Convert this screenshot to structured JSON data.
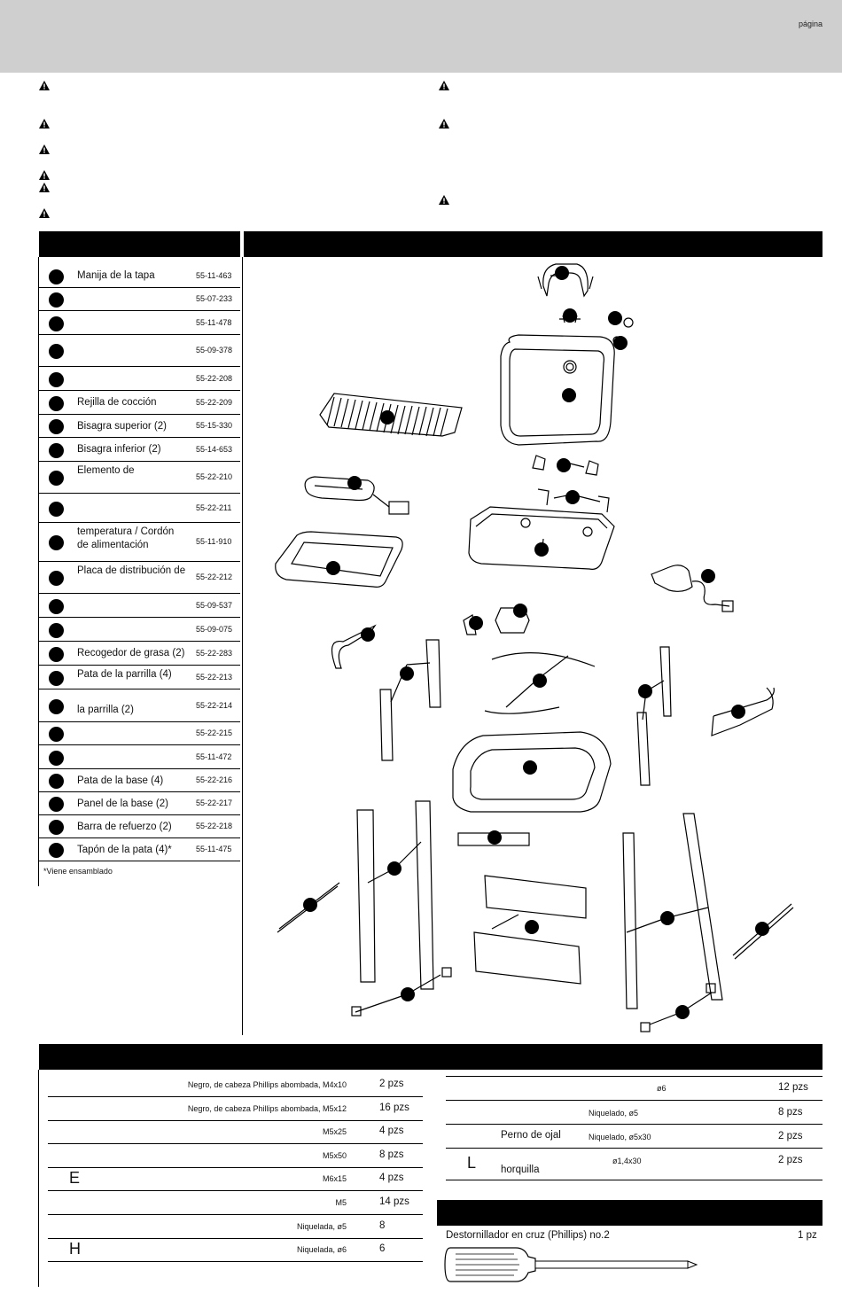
{
  "header": {
    "page_label": "página"
  },
  "parts": [
    {
      "name": "Manija de la tapa",
      "number": "55-11-463"
    },
    {
      "name": "",
      "number": "55-07-233"
    },
    {
      "name": "",
      "number": "55-11-478"
    },
    {
      "name": "",
      "number": "55-09-378"
    },
    {
      "name": "",
      "number": "55-22-208"
    },
    {
      "name": "Rejilla de cocción",
      "number": "55-22-209"
    },
    {
      "name": "Bisagra superior (2)",
      "number": "55-15-330"
    },
    {
      "name": "Bisagra inferior (2)",
      "number": "55-14-653"
    },
    {
      "name": "Elemento de",
      "number": "55-22-210"
    },
    {
      "name": "",
      "number": "55-22-211"
    },
    {
      "name": "temperatura / Cordón de alimentación",
      "number": "55-11-910"
    },
    {
      "name": "Placa de distribución de",
      "number": "55-22-212"
    },
    {
      "name": "",
      "number": "55-09-537"
    },
    {
      "name": "",
      "number": "55-09-075"
    },
    {
      "name": "Recogedor de grasa (2)",
      "number": "55-22-283"
    },
    {
      "name": "Pata de la parrilla (4)",
      "number": "55-22-213"
    },
    {
      "name": "la parrilla (2)",
      "number": "55-22-214"
    },
    {
      "name": "",
      "number": "55-22-215"
    },
    {
      "name": "",
      "number": "55-11-472"
    },
    {
      "name": "Pata de la base (4)",
      "number": "55-22-216"
    },
    {
      "name": "Panel de la base (2)",
      "number": "55-22-217"
    },
    {
      "name": "Barra de refuerzo (2)",
      "number": "55-22-218"
    },
    {
      "name": "Tapón de la pata (4)*",
      "number": "55-11-475"
    }
  ],
  "parts_note": "*Viene ensamblado",
  "hardware_left": [
    {
      "letter": "",
      "desc": "Negro, de cabeza Phillips abombada, M4x10",
      "qty": "2 pzs"
    },
    {
      "letter": "",
      "desc": "Negro, de cabeza Phillips abombada, M5x12",
      "qty": "16 pzs"
    },
    {
      "letter": "",
      "desc": "M5x25",
      "qty": "4 pzs"
    },
    {
      "letter": "",
      "desc": "M5x50",
      "qty": "8 pzs"
    },
    {
      "letter": "E",
      "desc": "M6x15",
      "qty": "4 pzs"
    },
    {
      "letter": "",
      "desc": "M5",
      "qty": "14 pzs"
    },
    {
      "letter": "",
      "desc": "Niquelada, ø5",
      "qty": "8"
    },
    {
      "letter": "H",
      "desc": "Niquelada, ø6",
      "qty": "6"
    }
  ],
  "hardware_right": [
    {
      "letter": "",
      "name": "",
      "desc": "ø6",
      "qty": "12 pzs"
    },
    {
      "letter": "",
      "name": "",
      "desc": "Niquelado, ø5",
      "qty": "8 pzs"
    },
    {
      "letter": "",
      "name": "Perno de ojal",
      "desc": "Niquelado, ø5x30",
      "qty": "2 pzs"
    },
    {
      "letter": "L",
      "name": "horquilla",
      "desc": "ø1,4x30",
      "qty": "2 pzs"
    }
  ],
  "tools": {
    "item": "Destornillador en cruz (Phillips) no.2",
    "qty": "1 pz"
  },
  "diagram": {
    "lid_label": "",
    "base_label": ""
  },
  "colors": {
    "header_band": "#cfcfcf",
    "section_bar": "#000000"
  }
}
